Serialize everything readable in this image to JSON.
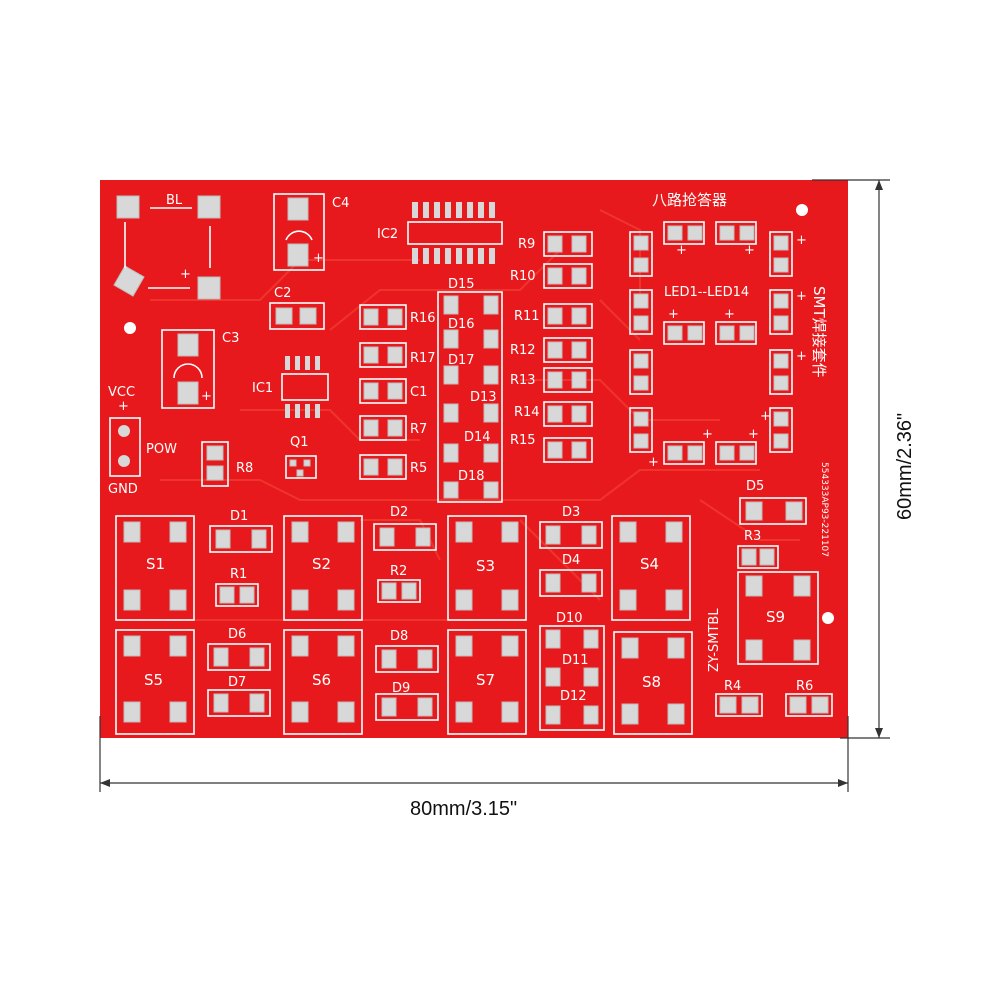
{
  "board": {
    "title_cn": "八路抢答器",
    "side_text": "SMT焊接套件",
    "model_text": "ZY-SMTBL",
    "code_text": "554333AP93-221107",
    "led_range": "LED1--LED14",
    "colors": {
      "pcb": "#e8191c",
      "pad": "#d8d8d8",
      "silk": "#ffffff",
      "background": "#ffffff"
    },
    "labels": {
      "BL": "BL",
      "C4": "C4",
      "C2": "C2",
      "C3": "C3",
      "IC1": "IC1",
      "IC2": "IC2",
      "VCC": "VCC",
      "POW": "POW",
      "GND": "GND",
      "Q1": "Q1",
      "R8": "R8",
      "D15": "D15",
      "D16": "D16",
      "D17": "D17",
      "D13": "D13",
      "D14": "D14",
      "D18": "D18",
      "R16": "R16",
      "R17": "R17",
      "C1": "C1",
      "R7": "R7",
      "R5": "R5",
      "R9": "R9",
      "R10": "R10",
      "R11": "R11",
      "R12": "R12",
      "R13": "R13",
      "R14": "R14",
      "R15": "R15",
      "D1": "D1",
      "D2": "D2",
      "D3": "D3",
      "D4": "D4",
      "D5": "D5",
      "D6": "D6",
      "D7": "D7",
      "D8": "D8",
      "D9": "D9",
      "D10": "D10",
      "D11": "D11",
      "D12": "D12",
      "R1": "R1",
      "R2": "R2",
      "R3": "R3",
      "R4": "R4",
      "R6": "R6",
      "S1": "S1",
      "S2": "S2",
      "S3": "S3",
      "S4": "S4",
      "S5": "S5",
      "S6": "S6",
      "S7": "S7",
      "S8": "S8",
      "S9": "S9",
      "plus": "+"
    }
  },
  "dimensions": {
    "width": "80mm/3.15\"",
    "height": "60mm/2.36\""
  }
}
